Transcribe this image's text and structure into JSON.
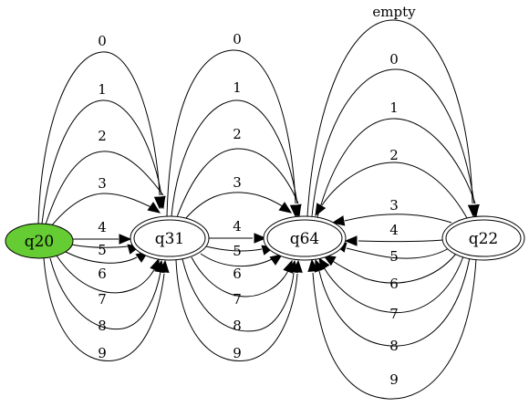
{
  "nodes": [
    {
      "id": "q20",
      "label": "q20",
      "fill": "#66cc33",
      "double": false
    },
    {
      "id": "q31",
      "label": "q31",
      "fill": "#ffffff",
      "double": true
    },
    {
      "id": "q64",
      "label": "q64",
      "fill": "#ffffff",
      "double": true
    },
    {
      "id": "q22",
      "label": "q22",
      "fill": "#ffffff",
      "double": true
    }
  ],
  "edges": [
    {
      "from": "q20",
      "to": "q31",
      "label": "0"
    },
    {
      "from": "q20",
      "to": "q31",
      "label": "1"
    },
    {
      "from": "q20",
      "to": "q31",
      "label": "2"
    },
    {
      "from": "q20",
      "to": "q31",
      "label": "3"
    },
    {
      "from": "q20",
      "to": "q31",
      "label": "4"
    },
    {
      "from": "q20",
      "to": "q31",
      "label": "5"
    },
    {
      "from": "q20",
      "to": "q31",
      "label": "6"
    },
    {
      "from": "q20",
      "to": "q31",
      "label": "7"
    },
    {
      "from": "q20",
      "to": "q31",
      "label": "8"
    },
    {
      "from": "q20",
      "to": "q31",
      "label": "9"
    },
    {
      "from": "q31",
      "to": "q64",
      "label": "0"
    },
    {
      "from": "q31",
      "to": "q64",
      "label": "1"
    },
    {
      "from": "q31",
      "to": "q64",
      "label": "2"
    },
    {
      "from": "q31",
      "to": "q64",
      "label": "3"
    },
    {
      "from": "q31",
      "to": "q64",
      "label": "4"
    },
    {
      "from": "q31",
      "to": "q64",
      "label": "5"
    },
    {
      "from": "q31",
      "to": "q64",
      "label": "6"
    },
    {
      "from": "q31",
      "to": "q64",
      "label": "7"
    },
    {
      "from": "q31",
      "to": "q64",
      "label": "8"
    },
    {
      "from": "q31",
      "to": "q64",
      "label": "9"
    },
    {
      "from": "q64",
      "to": "q22",
      "label": "empty"
    },
    {
      "from": "q64",
      "to": "q22",
      "label": "0"
    },
    {
      "from": "q64",
      "to": "q22",
      "label": "1"
    },
    {
      "from": "q22",
      "to": "q64",
      "label": "2"
    },
    {
      "from": "q22",
      "to": "q64",
      "label": "3"
    },
    {
      "from": "q22",
      "to": "q64",
      "label": "4"
    },
    {
      "from": "q22",
      "to": "q64",
      "label": "5"
    },
    {
      "from": "q22",
      "to": "q64",
      "label": "6"
    },
    {
      "from": "q22",
      "to": "q64",
      "label": "7"
    },
    {
      "from": "q22",
      "to": "q64",
      "label": "8"
    },
    {
      "from": "q22",
      "to": "q64",
      "label": "9"
    }
  ]
}
